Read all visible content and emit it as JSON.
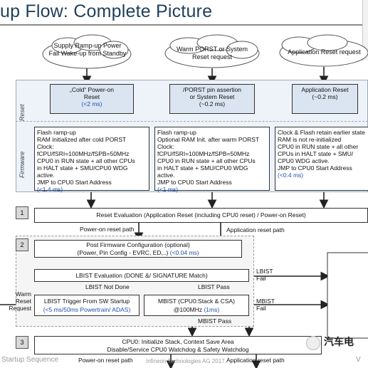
{
  "page": {
    "title": "up Flow: Complete Picture",
    "footer_left": "Startup Sequence",
    "footer_mid": "Infineon Technologies AG 2017.",
    "footer_right": "V",
    "watermark": "汽车电"
  },
  "sources": [
    {
      "label": "Supply Ramp-up\nPower Fail\nWake-up from Standby"
    },
    {
      "label": "Warm PORST or\nSystem Reset request"
    },
    {
      "label": "Application Reset request"
    }
  ],
  "zones": {
    "reset": "Reset",
    "firmware": "Firmware"
  },
  "reset_boxes": [
    {
      "title": "„Cold“ Power-on\nReset",
      "time": "(<2 ms)"
    },
    {
      "title": "/PORST pin assertion\nor System Reset",
      "time": "(~0.2 ms)"
    },
    {
      "title": "Application Reset",
      "time": "(~0.2 ms)"
    }
  ],
  "firmware_boxes": [
    {
      "text": "Flash ramp-up\nRAM initialized after cold PORST\nClock: fCPU/fSRI=100MHz/fSPB=50MHz\nCPU0 in RUN state + all other CPUs\nin HALT state + SMU/CPU0 WDG\nactive.\nJMP to CPU0 Start Address",
      "time": "(<1.4 ms)"
    },
    {
      "text": "Flash ramp-up\nOptional RAM Init. after warm PORST\nClock: fCPU/fSRI=100MHz/fSPB=50MHz\nCPU0 in RUN state + all other CPUs\nin HALT state + SMU/CPU0 WDG\nactive.\nJMP to CPU0 Start Address",
      "time": "(<1 ms)"
    },
    {
      "text": "Clock & Flash retain earlier state\nRAM is not re-initialized\nCPU0 in RUN state + all other\nCPUs in HALT state + SMU/\nCPU0 WDG active.\nJMP to CPU0 Start Address",
      "time": "(<0.4 ms)"
    }
  ],
  "steps": [
    "1",
    "2",
    "3"
  ],
  "step1_text": "Reset Evaluation (Application Reset (including CPU0 reset) / Power-on Reset)",
  "step3_text": "CPU0: Initialize Stack, Context Save Area\nDisable/Service CPU0 Watchdog & Safety Watchdog",
  "post_fw": {
    "text": "Post Firmware Configuration (optional)",
    "sub": "(Power, Pin Config - EVRC, ED,..)",
    "time": "(<0.04 ms)"
  },
  "lbist_eval": "LBIST Evaluation (DONE &/ SIGNATURE Match)",
  "lbist_trigger": {
    "text": "LBIST Trigger From SW Startup",
    "time": "(<5 ms/50ms Powertrain/ ADAS)"
  },
  "mbist": {
    "text": "MBIST (CPU0:Stack & CSA)",
    "sub": "@100MHz",
    "time": "(1ms)"
  },
  "labels": {
    "power_on_path_1": "Power-on reset path",
    "app_reset_path_1": "Application reset path",
    "lbist_not_done": "LBIST Not Done",
    "lbist_pass": "LBIST Pass",
    "lbist_fail": "LBIST\nFail",
    "mbist_fail": "MBIST\nFail",
    "mbist_pass": "MBIST Pass",
    "warm_reset_request": "Warm Reset\nRequest",
    "power_on_path_2": "Power-on reset path",
    "app_reset_path_2": "Application reset path"
  },
  "colors": {
    "zone_fill": "#eef3f9",
    "header_fill": "#dbe5f1",
    "step_fill": "#d9d9d9",
    "time_text": "#1f4fb0",
    "cursor_dot": "#e53030"
  }
}
